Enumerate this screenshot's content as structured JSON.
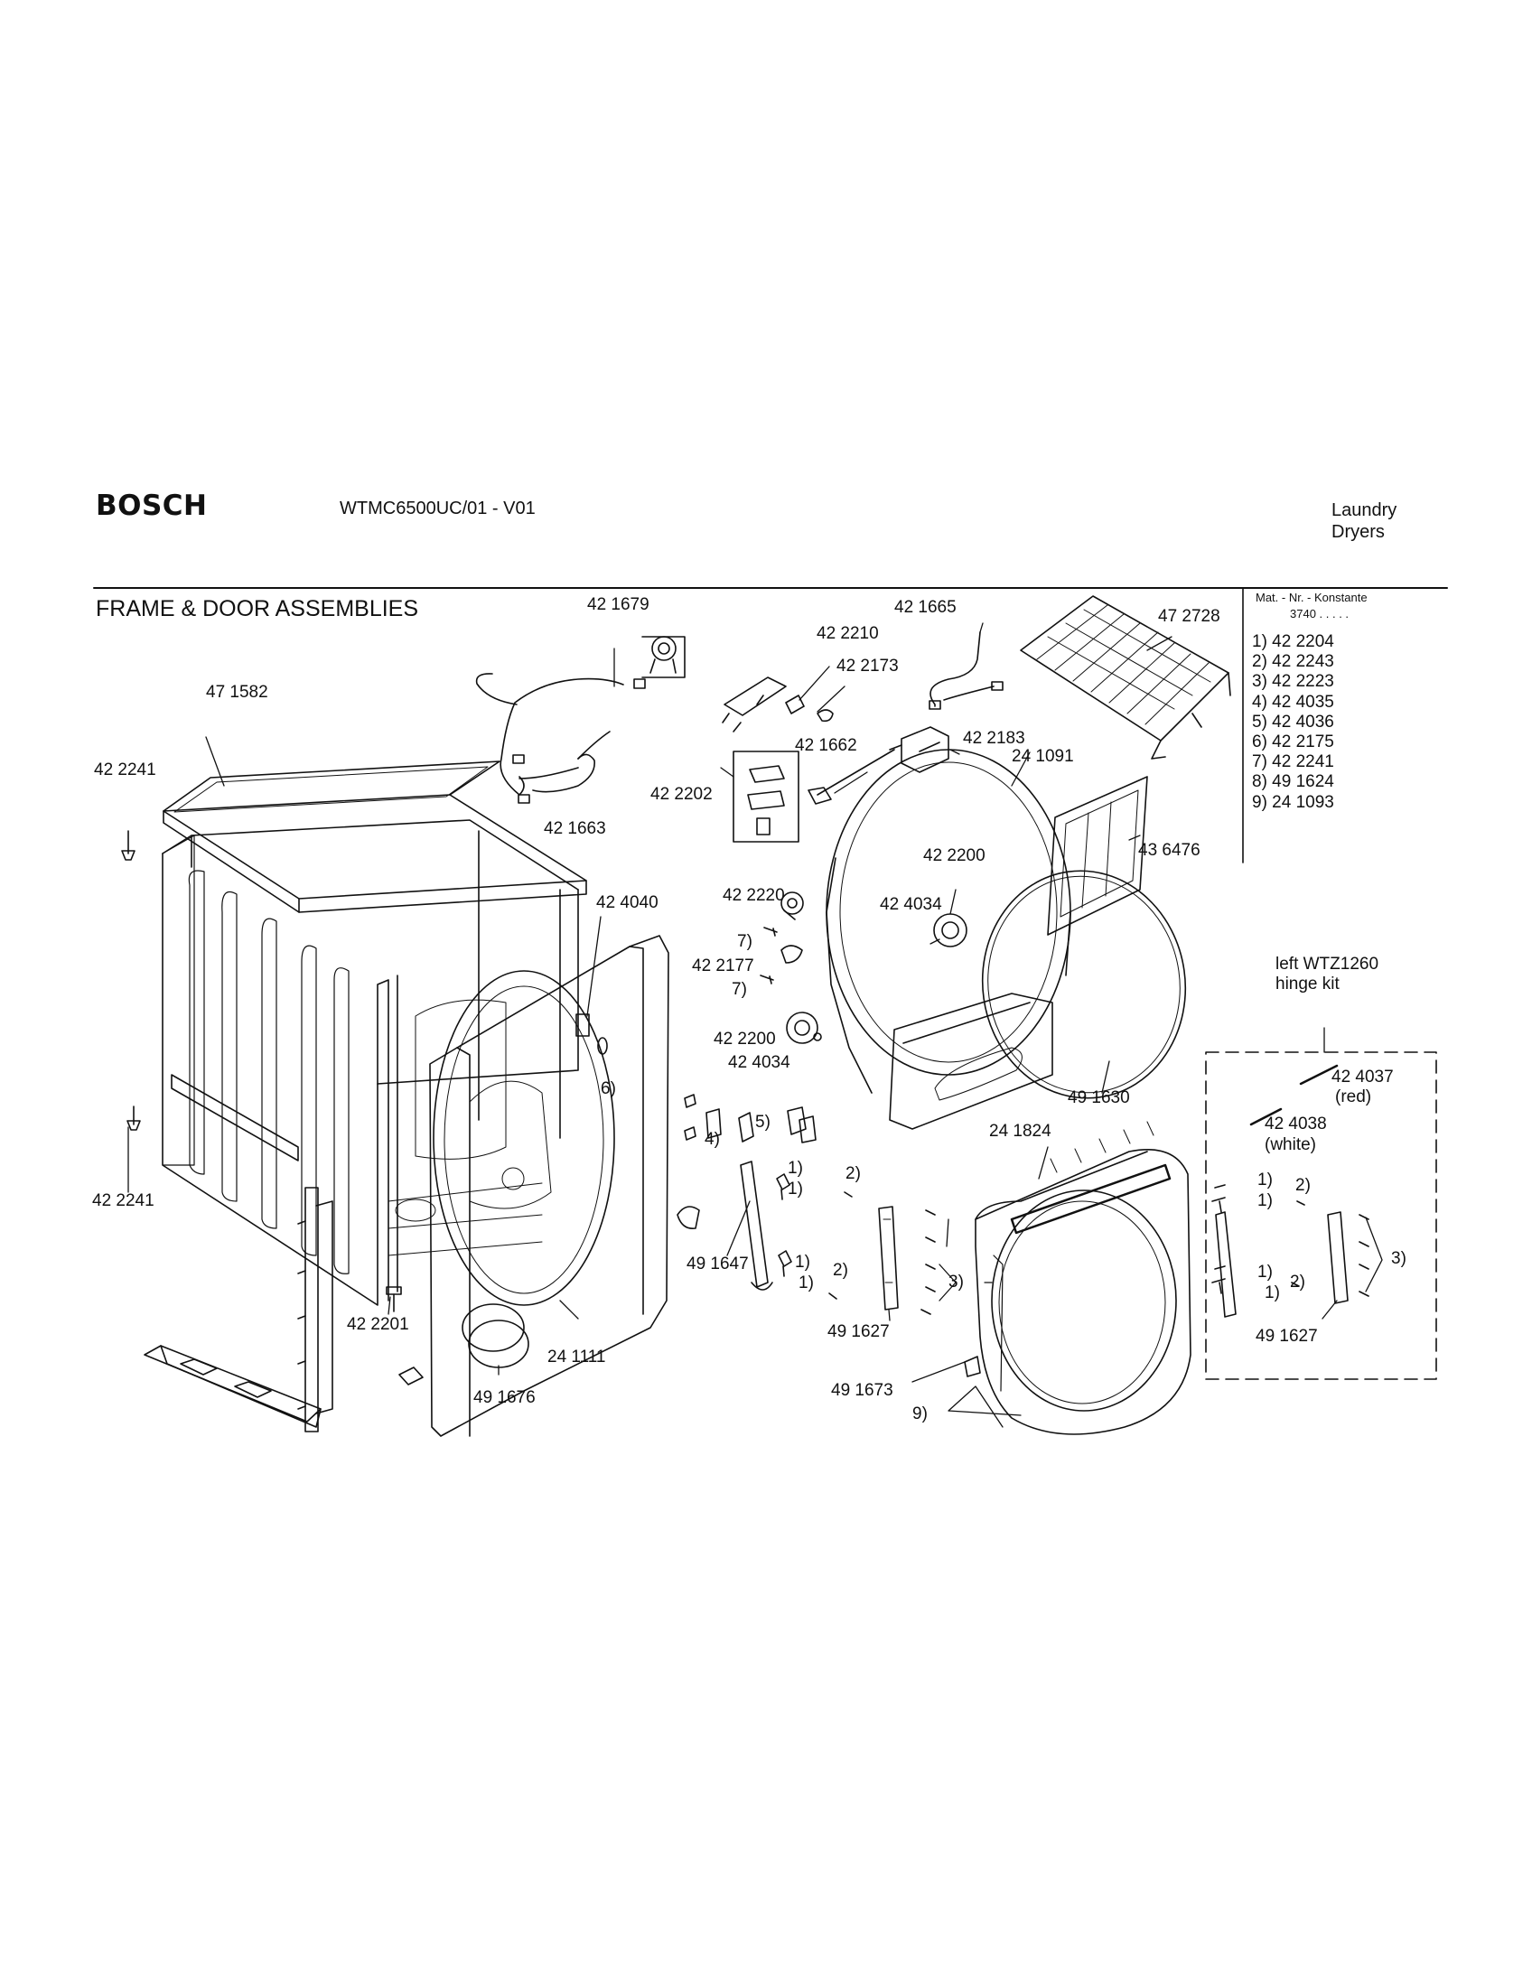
{
  "header": {
    "brand": "BOSCH",
    "model": "WTMC6500UC/01 - V01",
    "category_line1": "Laundry",
    "category_line2": "Dryers"
  },
  "section_title": "FRAME & DOOR ASSEMBLIES",
  "legend": {
    "heading": "Mat. - Nr. - Konstante",
    "constant": "3740 . . . . .",
    "items": [
      "1) 42 2204",
      "2) 42 2243",
      "3) 42 2223",
      "4) 42 4035",
      "5) 42 4036",
      "6) 42 2175",
      "7) 42 2241",
      "8) 49 1624",
      "9) 24 1093"
    ]
  },
  "hinge_kit": {
    "line1": "left WTZ1260",
    "line2": "hinge kit",
    "red_number": "42 4037",
    "red_label": "(red)",
    "white_number": "42 4038",
    "white_label": "(white)",
    "callouts": [
      "1)",
      "1)",
      "2)",
      "1)",
      "1)",
      "2)",
      "3)"
    ],
    "part": "49 1627"
  },
  "labels": {
    "l421679": "42 1679",
    "l421665": "42 1665",
    "l422210": "42 2210",
    "l422173": "42 2173",
    "l472728": "47 2728",
    "l471582": "47 1582",
    "l422241a": "42 2241",
    "l421663": "42 1663",
    "l422183": "42 2183",
    "l421662": "42 1662",
    "l241091": "24 1091",
    "l422202": "42 2202",
    "l436476": "43 6476",
    "l422200a": "42 2200",
    "l424034a": "42 4034",
    "l424040": "42 4040",
    "l422220": "42 2220",
    "l7a": "7)",
    "l422177": "42 2177",
    "l7b": "7)",
    "l422200b": "42 2200",
    "l424034b": "42 4034",
    "l6": "6)",
    "l491630": "49 1630",
    "l5": "5)",
    "l4": "4)",
    "l241824": "24 1824",
    "l422241b": "42 2241",
    "l1a": "1)",
    "l1b": "1)",
    "l2a": "2)",
    "l491647": "49 1647",
    "l1c": "1)",
    "l1d": "1)",
    "l2b": "2)",
    "l3": "3)",
    "l491627": "49 1627",
    "l422201": "42 2201",
    "l241111": "24 1111",
    "l491676": "49 1676",
    "l491673": "49 1673",
    "l9": "9)"
  }
}
